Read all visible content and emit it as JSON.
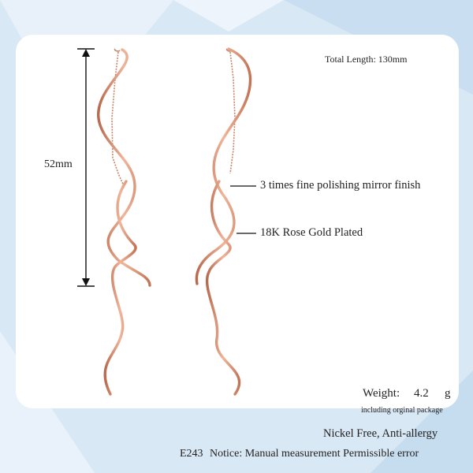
{
  "specs": {
    "total_length": "Total Length: 130mm",
    "dimension_label": "52mm"
  },
  "callouts": {
    "finish": "3 times fine polishing mirror finish",
    "plating": "18K Rose Gold Plated"
  },
  "weight": {
    "label": "Weight:",
    "value": "4.2",
    "unit": "g",
    "note": "including orginal package"
  },
  "footer": {
    "features": "Nickel Free, Anti-allergy",
    "code": "E243",
    "notice": "Notice: Manual measurement Permissible error"
  },
  "colors": {
    "background": "#d9e8f5",
    "card": "#ffffff",
    "rose_gold": "#d98c6c",
    "text": "#222222"
  }
}
